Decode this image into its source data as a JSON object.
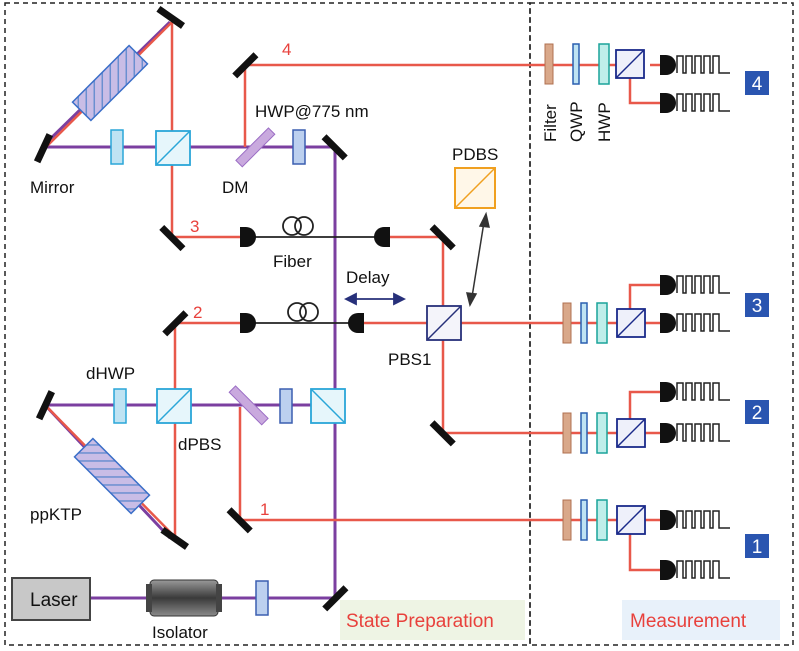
{
  "labels": {
    "mirror": "Mirror",
    "dm": "DM",
    "hwp775": "HWP@775 nm",
    "fiber": "Fiber",
    "delay": "Delay",
    "pdbs": "PDBS",
    "pbs1": "PBS1",
    "dhwp": "dHWP",
    "dpbs": "dPBS",
    "ppktp": "ppKTP",
    "laser": "Laser",
    "isolator": "Isolator",
    "filter": "Filter",
    "qwp": "QWP",
    "hwp": "HWP"
  },
  "path_numbers": [
    "1",
    "2",
    "3",
    "4"
  ],
  "badges": [
    "1",
    "2",
    "3",
    "4"
  ],
  "sections": {
    "state_preparation": "State Preparation",
    "measurement": "Measurement"
  },
  "colors": {
    "photon_beam": "#e8584a",
    "pump_beam": "#7b3fa0",
    "badge": "#2a55b0",
    "section_text": "#e8413c"
  }
}
